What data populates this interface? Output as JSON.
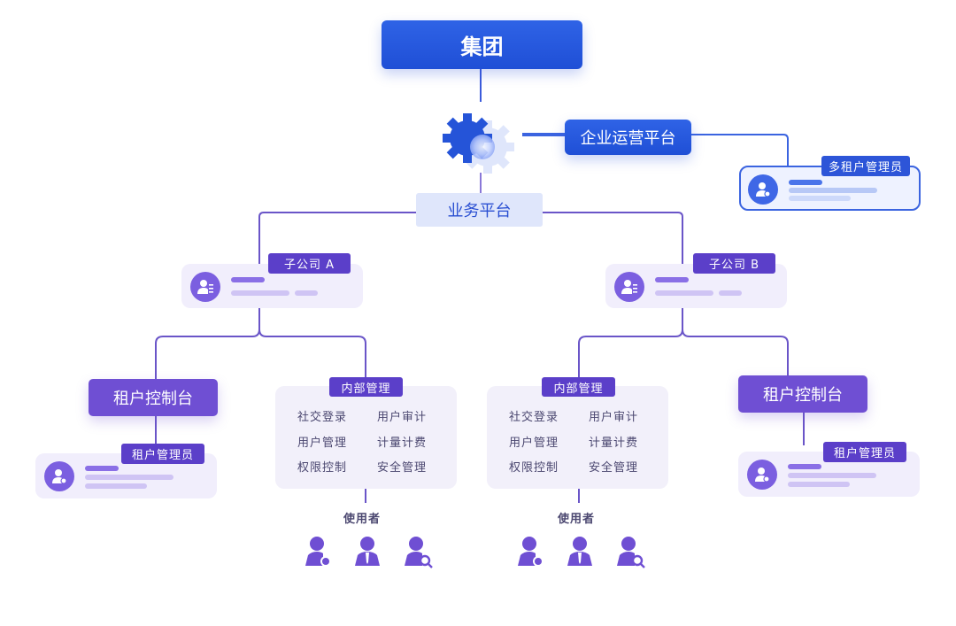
{
  "group": {
    "label": "集团"
  },
  "enterprise_platform": {
    "label": "企业运营平台"
  },
  "multi_tenant_admin": {
    "label": "多租户管理员"
  },
  "business_platform": {
    "label": "业务平台"
  },
  "subsidiary_a": {
    "label": "子公司 A"
  },
  "subsidiary_b": {
    "label": "子公司 B"
  },
  "left": {
    "tenant_console": "租户控制台",
    "tenant_admin": "租户管理员",
    "internal": {
      "title": "内部管理",
      "items": [
        "社交登录",
        "用户审计",
        "用户管理",
        "计量计费",
        "权限控制",
        "安全管理"
      ]
    },
    "users_label": "使用者"
  },
  "right": {
    "tenant_console": "租户控制台",
    "tenant_admin": "租户管理员",
    "internal": {
      "title": "内部管理",
      "items": [
        "社交登录",
        "用户审计",
        "用户管理",
        "计量计费",
        "权限控制",
        "安全管理"
      ]
    },
    "users_label": "使用者"
  },
  "colors": {
    "blue": "#2f63e6",
    "purple": "#6f4fd3",
    "line_blue": "#3b64e0",
    "line_purple": "#6a55c8"
  }
}
